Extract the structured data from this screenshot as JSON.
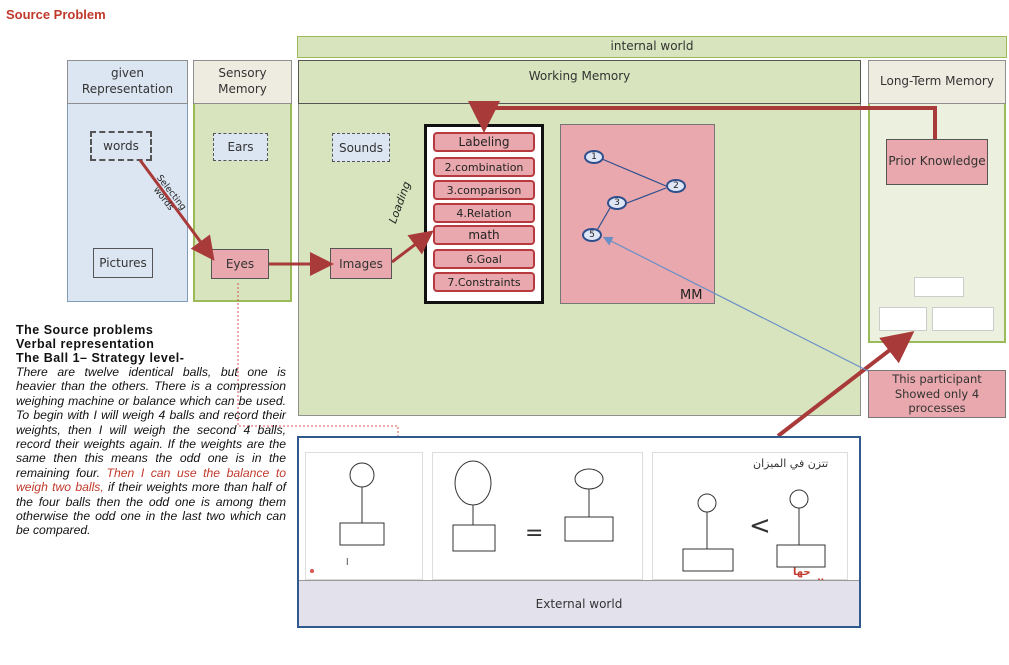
{
  "title": "Source Problem",
  "internal_world": "internal world",
  "given_representation": "given Representation",
  "sensory_memory": "Sensory Memory",
  "working_memory": "Working Memory",
  "long_term_memory": "Long-Term Memory",
  "boxes": {
    "words": "words",
    "pictures": "Pictures",
    "ears": "Ears",
    "eyes": "Eyes",
    "sounds": "Sounds",
    "images": "Images",
    "prior_knowledge": "Prior Knowledge"
  },
  "selecting_words": "Selecting words",
  "loading": "Loading",
  "steps": [
    "Labeling",
    "2.combination",
    "3.comparison",
    "4.Relation",
    "math",
    "6.Goal",
    "7.Constraints"
  ],
  "mm_label": "MM",
  "nodes": [
    "1",
    "2",
    "3",
    "5"
  ],
  "note": "This participant Showed only 4 processes",
  "external_world": "External world",
  "sketch_labels": [
    "=",
    "<",
    "حها بالرسم",
    "تتزن في الميزان"
  ],
  "text": {
    "h1": "The Source problems",
    "h2": "Verbal representation",
    "h3": "The Ball 1– Strategy level-",
    "p1": "There are twelve identical balls, but one is heavier than the others. There is a compression weighing machine or balance which can be used. To begin with I will weigh 4 balls and record their weights, then I will weigh the second 4 balls, record their weights again. If the weights are the same then this means the odd one is in the remaining four. ",
    "p_red": "Then I can use the balance to weigh two balls,",
    "p2": " if their weights more than half of the four balls then the odd one is among them otherwise the odd one in the last two which can be compared."
  },
  "colors": {
    "title": "#c0392b",
    "green_panel": "#d7e4bd",
    "blue_panel": "#dce6f2",
    "pink_box": "#e8a8ad",
    "arrow_red": "#a93a3a",
    "arrow_blue": "#6a8fc7"
  }
}
